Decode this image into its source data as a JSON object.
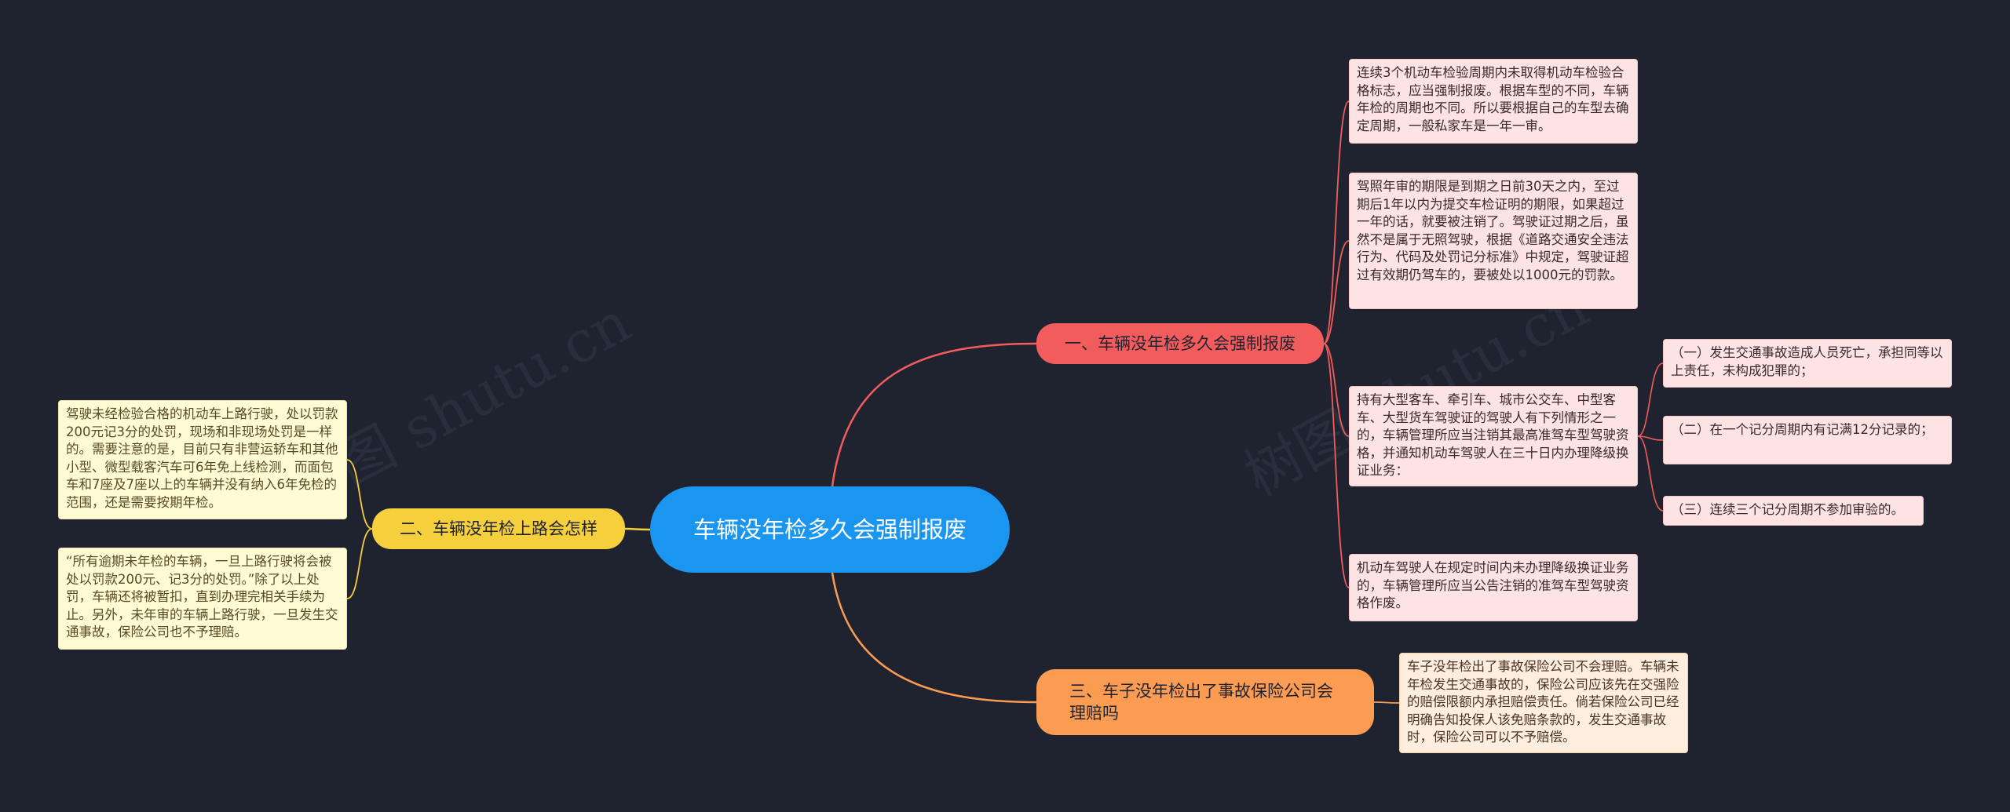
{
  "watermark": "树图 shutu.cn",
  "root": {
    "label": "车辆没年检多久会强制报废"
  },
  "branches": {
    "b1": {
      "label": "一、车辆没年检多久会强制报废",
      "leaves": [
        "连续3个机动车检验周期内未取得机动车检验合格标志，应当强制报废。根据车型的不同，车辆年检的周期也不同。所以要根据自己的车型去确定周期，一般私家车是一年一审。",
        "驾照年审的期限是到期之日前30天之内，至过期后1年以内为提交车检证明的期限，如果超过一年的话，就要被注销了。驾驶证过期之后，虽然不是属于无照驾驶，根据《道路交通安全违法行为、代码及处罚记分标准》中规定，驾驶证超过有效期仍驾车的，要被处以1000元的罚款。",
        "持有大型客车、牵引车、城市公交车、中型客车、大型货车驾驶证的驾驶人有下列情形之一的，车辆管理所应当注销其最高准驾车型驾驶资格，并通知机动车驾驶人在三十日内办理降级换证业务：",
        "机动车驾驶人在规定时间内未办理降级换证业务的，车辆管理所应当公告注销的准驾车型驾驶资格作废。"
      ],
      "subleaves": [
        "（一）发生交通事故造成人员死亡，承担同等以上责任，未构成犯罪的；",
        "（二）在一个记分周期内有记满12分记录的；",
        "（三）连续三个记分周期不参加审验的。"
      ]
    },
    "b2": {
      "label": "二、车辆没年检上路会怎样",
      "leaves": [
        "驾驶未经检验合格的机动车上路行驶，处以罚款200元记3分的处罚，现场和非现场处罚是一样的。需要注意的是，目前只有非营运轿车和其他小型、微型载客汽车可6年免上线检测，而面包车和7座及7座以上的车辆并没有纳入6年免检的范围，还是需要按期年检。",
        "“所有逾期未年检的车辆，一旦上路行驶将会被处以罚款200元、记3分的处罚。”除了以上处罚，车辆还将被暂扣，直到办理完相关手续为止。另外，未年审的车辆上路行驶，一旦发生交通事故，保险公司也不予理赔。"
      ]
    },
    "b3": {
      "label": "三、车子没年检出了事故保险公司会理赔吗",
      "leaves": [
        "车子没年检出了事故保险公司不会理赔。车辆未年检发生交通事故的，保险公司应该先在交强险的赔偿限额内承担赔偿责任。倘若保险公司已经明确告知投保人该免赔条款的，发生交通事故时，保险公司可以不予赔偿。"
      ]
    }
  },
  "colors": {
    "background": "#1f2330",
    "root": "#1a96f0",
    "branch1": "#f25c5c",
    "branch2": "#f6cf3c",
    "branch3": "#fb9c52"
  }
}
